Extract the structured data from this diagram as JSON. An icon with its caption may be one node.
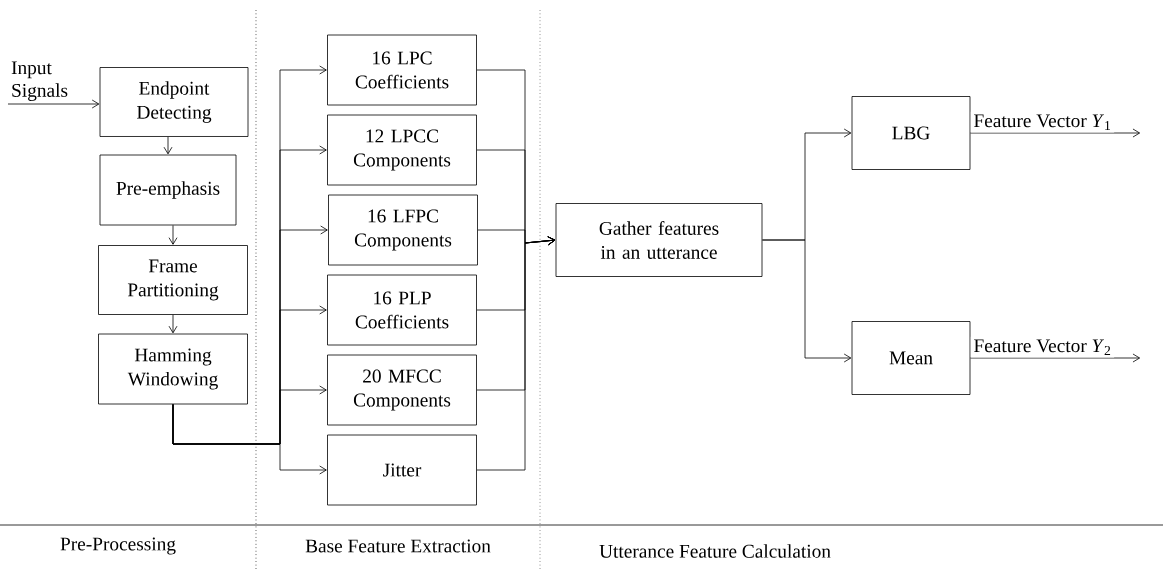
{
  "diagram": {
    "nodes": [
      {
        "text": [
          "Input Signals"
        ]
      },
      {
        "text": [
          "Endpoint Detecting"
        ]
      },
      {
        "text": [
          "Pre-emphasis"
        ]
      },
      {
        "text": [
          "Frame Partitioning"
        ]
      },
      {
        "text": [
          "Hamming Windowing"
        ]
      },
      {
        "text": [
          "16 LPC Coefficients"
        ]
      },
      {
        "text": [
          "12 LPCC Components"
        ]
      },
      {
        "text": [
          "16 LFPC Components"
        ]
      },
      {
        "text": [
          "16 PLP Coefficients"
        ]
      },
      {
        "text": [
          "20 MFCC Components"
        ]
      },
      {
        "text": [
          "Jitter"
        ]
      },
      {
        "text": [
          "Gather features in an utterance"
        ]
      },
      {
        "text": [
          "LBG"
        ]
      },
      {
        "text": [
          "Mean"
        ]
      }
    ],
    "edges": [
      {
        "from": 0,
        "to": 1,
        "arrow": "to"
      },
      {
        "from": 1,
        "to": 2,
        "arrow": "to"
      },
      {
        "from": 2,
        "to": 3,
        "arrow": "to"
      },
      {
        "from": 3,
        "to": 4,
        "arrow": "to"
      },
      {
        "from": 4,
        "to": 5,
        "arrow": "to"
      },
      {
        "from": 4,
        "to": 6,
        "arrow": "to"
      },
      {
        "from": 4,
        "to": 7,
        "arrow": "to"
      },
      {
        "from": 4,
        "to": 8,
        "arrow": "to"
      },
      {
        "from": 4,
        "to": 9,
        "arrow": "to"
      },
      {
        "from": 4,
        "to": 10,
        "arrow": "to"
      },
      {
        "from": 5,
        "to": 11,
        "arrow": "to"
      },
      {
        "from": 6,
        "to": 11,
        "arrow": "to"
      },
      {
        "from": 7,
        "to": 11,
        "arrow": "to"
      },
      {
        "from": 8,
        "to": 11,
        "arrow": "to"
      },
      {
        "from": 9,
        "to": 11,
        "arrow": "to"
      },
      {
        "from": 10,
        "to": 11,
        "arrow": "to"
      },
      {
        "from": 11,
        "to": 12,
        "arrow": "to"
      },
      {
        "from": 11,
        "to": 13,
        "arrow": "to"
      },
      {
        "from": 12,
        "to": null,
        "arrow": "to",
        "label": "Feature Vector *Y*$_{1}$"
      },
      {
        "from": 13,
        "to": null,
        "arrow": "to",
        "label": "Feature Vector *Y*$_{2}$"
      }
    ],
    "labels": [
      "Pre-Processing",
      "Base Feature Extraction",
      "Utterance Feature Calculation"
    ]
  }
}
